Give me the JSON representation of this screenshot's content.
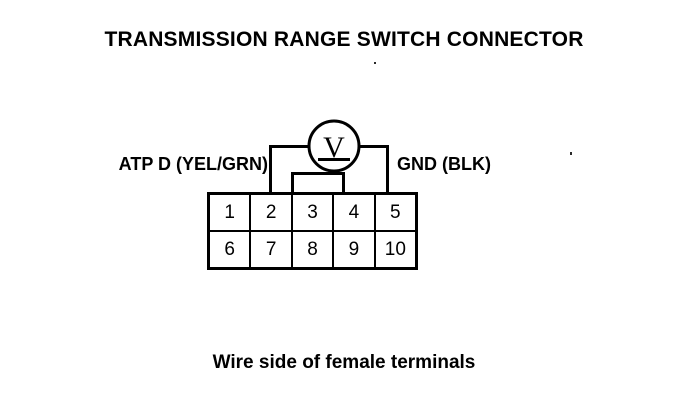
{
  "title": "TRANSMISSION RANGE SWITCH CONNECTOR",
  "caption": "Wire side of female terminals",
  "labels": {
    "left": "ATP D (YEL/GRN)",
    "right": "GND (BLK)"
  },
  "meter": {
    "symbol": "V",
    "type": "dc-voltmeter"
  },
  "connector": {
    "rows": [
      {
        "pins": [
          "1",
          "2",
          "3",
          "4",
          "5"
        ]
      },
      {
        "pins": [
          "6",
          "7",
          "8",
          "9",
          "10"
        ]
      }
    ]
  },
  "colors": {
    "ink": "#000000",
    "paper": "#ffffff"
  }
}
